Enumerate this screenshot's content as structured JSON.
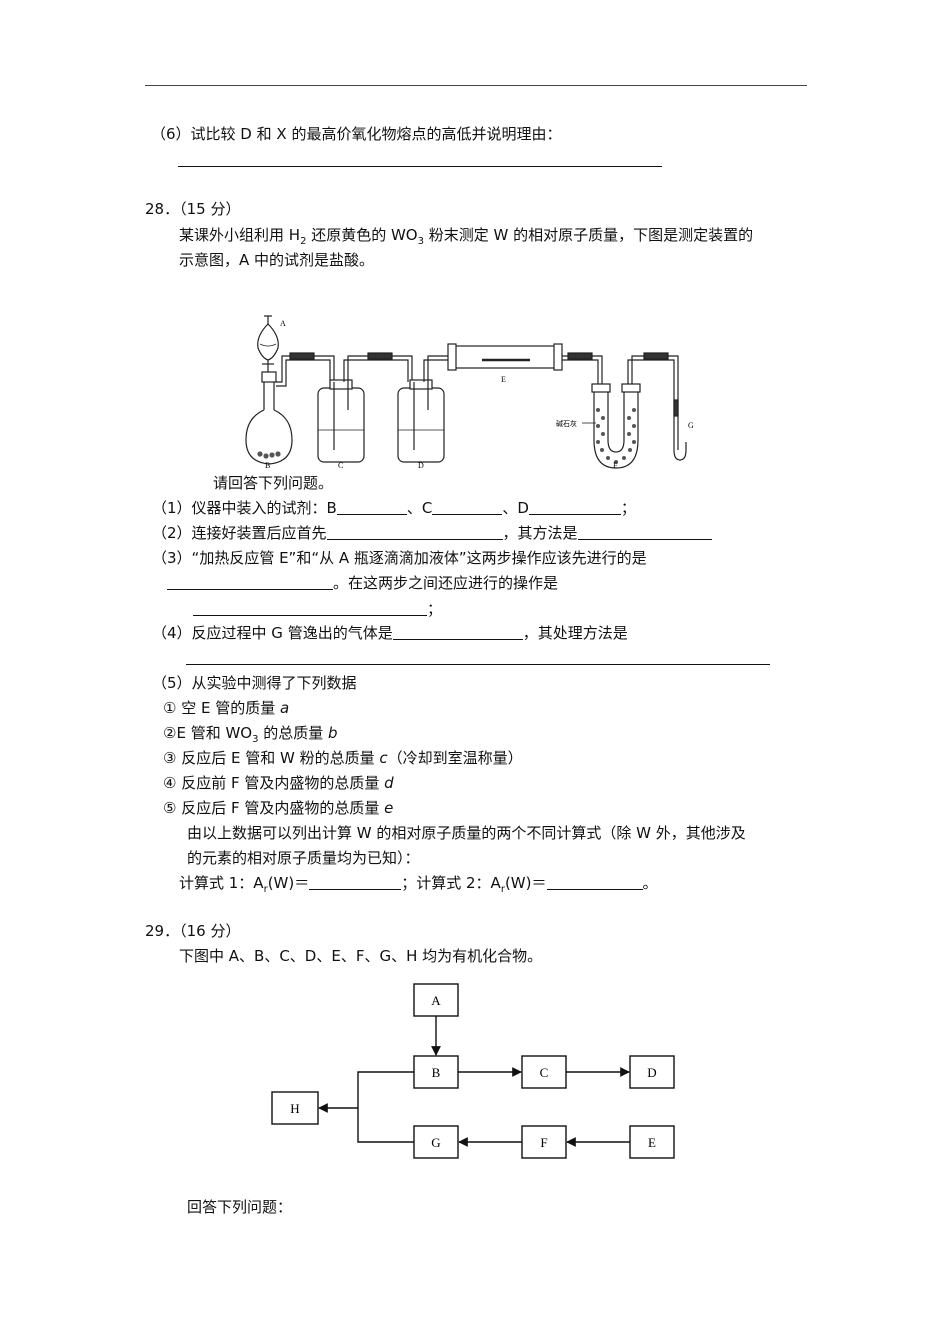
{
  "q6": {
    "text": "（6）试比较 D 和 X 的最高价氧化物熔点的高低并说明理由："
  },
  "q28": {
    "header": "28．（15 分）",
    "intro": {
      "p1": "某课外小组利用 H",
      "sub1": "2",
      "p2": " 还原黄色的 WO",
      "sub2": "3",
      "p3": " 粉末测定 W 的相对原子质量，下图是测定装置的",
      "line2": "示意图，A 中的试剂是盐酸。"
    },
    "apparatus_labels": [
      "A",
      "B",
      "C",
      "D",
      "E",
      "F",
      "G"
    ],
    "apparatus_soda_lime": "碱石灰",
    "please_answer": "请回答下列问题。",
    "sub1": {
      "a": "（1）仪器中装入的试剂：B",
      "b": "、C",
      "c": "、D",
      "d": "；"
    },
    "sub2": {
      "a": "（2）连接好装置后应首先",
      "b": "，其方法是"
    },
    "sub3": {
      "line1": "（3）“加热反应管 E”和“从 A 瓶逐滴滴加液体”这两步操作应该先进行的是",
      "line2": "。在这两步之间还应进行的操作是",
      "line3_end": "；"
    },
    "sub4": {
      "a": "（4）反应过程中 G 管逸出的气体是",
      "b": "，其处理方法是"
    },
    "sub5": {
      "title": "（5）从实验中测得了下列数据",
      "items": [
        {
          "text": "① 空 E 管的质量 ",
          "var": "a"
        },
        {
          "text": "②E 管和 WO",
          "sub": "3",
          "text2": " 的总质量 ",
          "var": "b"
        },
        {
          "text": "③ 反应后 E 管和 W 粉的总质量 ",
          "var": "c",
          "tail": "（冷却到室温称量）"
        },
        {
          "text": "④ 反应前 F 管及内盛物的总质量 ",
          "var": "d"
        },
        {
          "text": "⑤ 反应后 F 管及内盛物的总质量 ",
          "var": "e"
        }
      ],
      "desc1": "由以上数据可以列出计算 W 的相对原子质量的两个不同计算式（除 W 外，其他涉及",
      "desc2": "的元素的相对原子质量均为已知）：",
      "formula1_pre": "计算式 1：A",
      "formula_sub": "r",
      "formula1_post": "(W)＝",
      "sep": "；计算式 2：A",
      "formula2_post": "(W)＝",
      "end": "。"
    }
  },
  "q29": {
    "header": "29．（16 分）",
    "intro": "下图中 A、B、C、D、E、F、G、H 均为有机化合物。",
    "flow_nodes": [
      "A",
      "B",
      "C",
      "D",
      "E",
      "F",
      "G",
      "H"
    ],
    "answer": "回答下列问题："
  }
}
